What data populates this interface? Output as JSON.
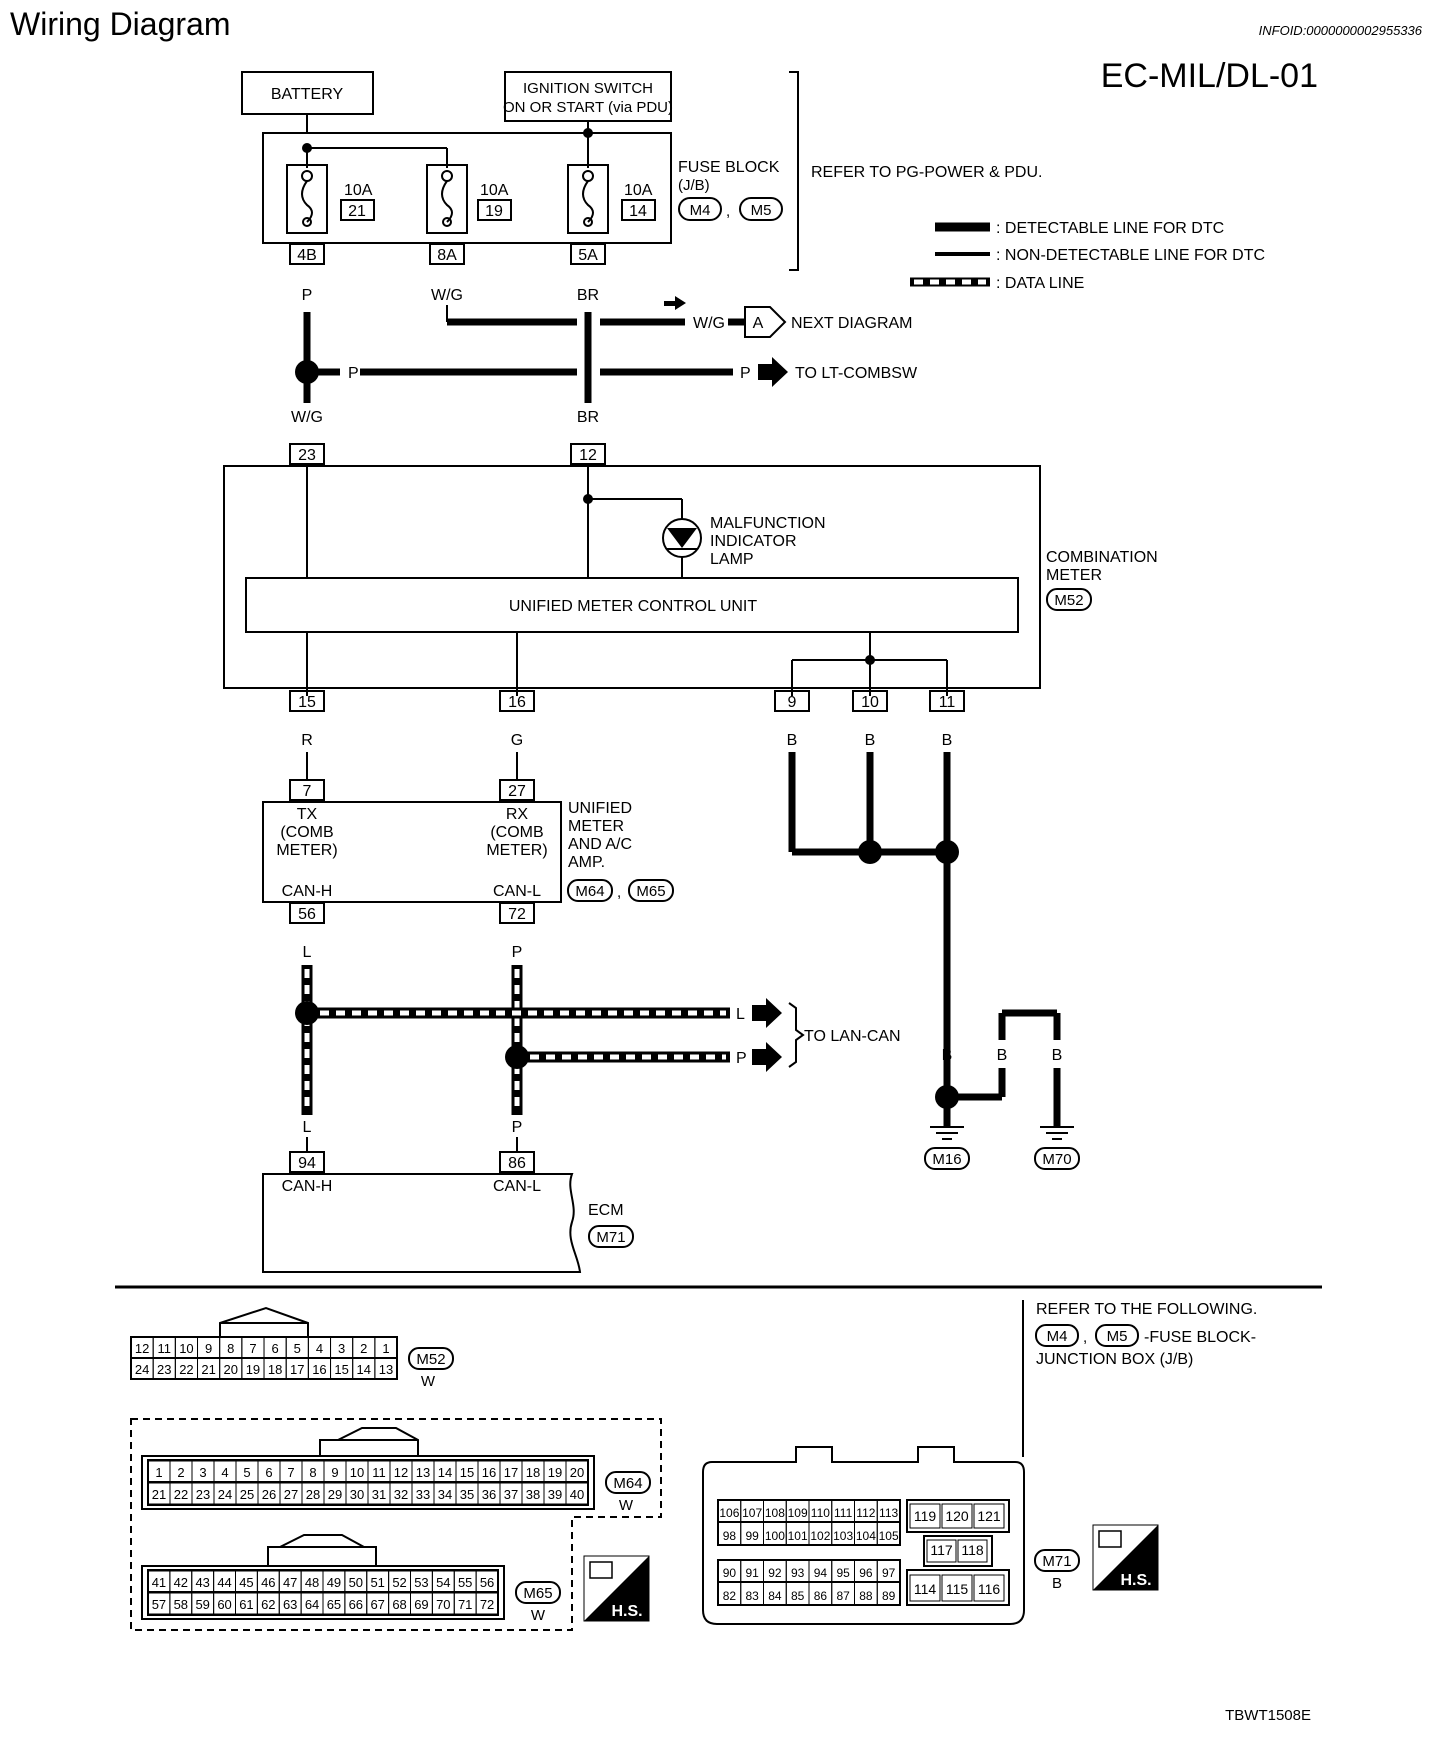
{
  "header": {
    "title": "Wiring Diagram",
    "info_id": "INFOID:0000000002955336",
    "diagram_code": "EC-MIL/DL-01",
    "figure_id": "TBWT1508E"
  },
  "power": {
    "battery": "BATTERY",
    "ignition_line1": "IGNITION SWITCH",
    "ignition_line2": "ON OR START (via PDU)"
  },
  "fuse_block": {
    "label_line1": "FUSE BLOCK",
    "label_line2": "(J/B)",
    "connectors": [
      "M4",
      "M5"
    ],
    "comma": ",",
    "refer": "REFER TO PG-POWER & PDU.",
    "fuses": [
      {
        "amp": "10A",
        "num": "21",
        "pin": "4B",
        "wire": "P"
      },
      {
        "amp": "10A",
        "num": "19",
        "pin": "8A",
        "wire": "W/G"
      },
      {
        "amp": "10A",
        "num": "14",
        "pin": "5A",
        "wire": "BR"
      }
    ]
  },
  "legend": {
    "detectable": ": DETECTABLE LINE FOR DTC",
    "non_detectable": ": NON-DETECTABLE LINE FOR DTC",
    "data": ": DATA LINE"
  },
  "branches": {
    "wg_label": "W/G",
    "connector_a": "A",
    "next_diagram": "NEXT DIAGRAM",
    "p_left": "P",
    "p_right": "P",
    "to_lt": "TO LT-COMBSW",
    "wg_lower": "W/G",
    "br_lower": "BR"
  },
  "combination_meter": {
    "label_line1": "COMBINATION",
    "label_line2": "METER",
    "connector": "M52",
    "mil_line1": "MALFUNCTION",
    "mil_line2": "INDICATOR",
    "mil_line3": "LAMP",
    "control_unit": "UNIFIED METER CONTROL UNIT",
    "pins_top": [
      "23",
      "12"
    ],
    "pins_bottom": [
      {
        "pin": "15",
        "wire": "R"
      },
      {
        "pin": "16",
        "wire": "G"
      },
      {
        "pin": "9",
        "wire": "B"
      },
      {
        "pin": "10",
        "wire": "B"
      },
      {
        "pin": "11",
        "wire": "B"
      }
    ]
  },
  "amp_unit": {
    "label_line1": "UNIFIED",
    "label_line2": "METER",
    "label_line3": "AND A/C",
    "label_line4": "AMP.",
    "connectors": [
      "M64",
      "M65"
    ],
    "comma": ",",
    "tx_line1": "TX",
    "tx_line2": "(COMB",
    "tx_line3": "METER)",
    "rx_line1": "RX",
    "rx_line2": "(COMB",
    "rx_line3": "METER)",
    "can_h": "CAN-H",
    "can_l": "CAN-L",
    "pin_tx": "7",
    "pin_rx": "27",
    "pin_canh": "56",
    "pin_canl": "72",
    "wire_canh": "L",
    "wire_canl": "P"
  },
  "can_bus": {
    "to_lan_can": "TO LAN-CAN",
    "l_label": "L",
    "p_label": "P",
    "l_lower": "L",
    "p_lower": "P"
  },
  "ecm": {
    "label": "ECM",
    "connector": "M71",
    "can_h": "CAN-H",
    "can_l": "CAN-L",
    "pin_h": "94",
    "pin_l": "86"
  },
  "grounds": {
    "wire_labels": [
      "B",
      "B",
      "B"
    ],
    "connectors": [
      "M16",
      "M70"
    ]
  },
  "connector_views": {
    "refer_line1": "REFER TO THE FOLLOWING.",
    "refer_connectors": [
      "M4",
      "M5"
    ],
    "comma": ",",
    "refer_desc_line1": "-FUSE BLOCK-",
    "refer_desc_line2": "JUNCTION BOX (J/B)",
    "hs": "H.S.",
    "m52": {
      "name": "M52",
      "color": "W",
      "row1": [
        "12",
        "11",
        "10",
        "9",
        "8",
        "7",
        "6",
        "5",
        "4",
        "3",
        "2",
        "1"
      ],
      "row2": [
        "24",
        "23",
        "22",
        "21",
        "20",
        "19",
        "18",
        "17",
        "16",
        "15",
        "14",
        "13"
      ]
    },
    "m64": {
      "name": "M64",
      "color": "W",
      "row1": [
        "1",
        "2",
        "3",
        "4",
        "5",
        "6",
        "7",
        "8",
        "9",
        "10",
        "11",
        "12",
        "13",
        "14",
        "15",
        "16",
        "17",
        "18",
        "19",
        "20"
      ],
      "row2": [
        "21",
        "22",
        "23",
        "24",
        "25",
        "26",
        "27",
        "28",
        "29",
        "30",
        "31",
        "32",
        "33",
        "34",
        "35",
        "36",
        "37",
        "38",
        "39",
        "40"
      ]
    },
    "m65": {
      "name": "M65",
      "color": "W",
      "row1": [
        "41",
        "42",
        "43",
        "44",
        "45",
        "46",
        "47",
        "48",
        "49",
        "50",
        "51",
        "52",
        "53",
        "54",
        "55",
        "56"
      ],
      "row2": [
        "57",
        "58",
        "59",
        "60",
        "61",
        "62",
        "63",
        "64",
        "65",
        "66",
        "67",
        "68",
        "69",
        "70",
        "71",
        "72"
      ]
    },
    "m71": {
      "name": "M71",
      "color": "B",
      "row1": [
        "106",
        "107",
        "108",
        "109",
        "110",
        "111",
        "112",
        "113"
      ],
      "row2": [
        "98",
        "99",
        "100",
        "101",
        "102",
        "103",
        "104",
        "105"
      ],
      "row3": [
        "90",
        "91",
        "92",
        "93",
        "94",
        "95",
        "96",
        "97"
      ],
      "row4": [
        "82",
        "83",
        "84",
        "85",
        "86",
        "87",
        "88",
        "89"
      ],
      "right_top": [
        "119",
        "120",
        "121"
      ],
      "right_mid": [
        "117",
        "118"
      ],
      "right_bot": [
        "114",
        "115",
        "116"
      ]
    }
  }
}
